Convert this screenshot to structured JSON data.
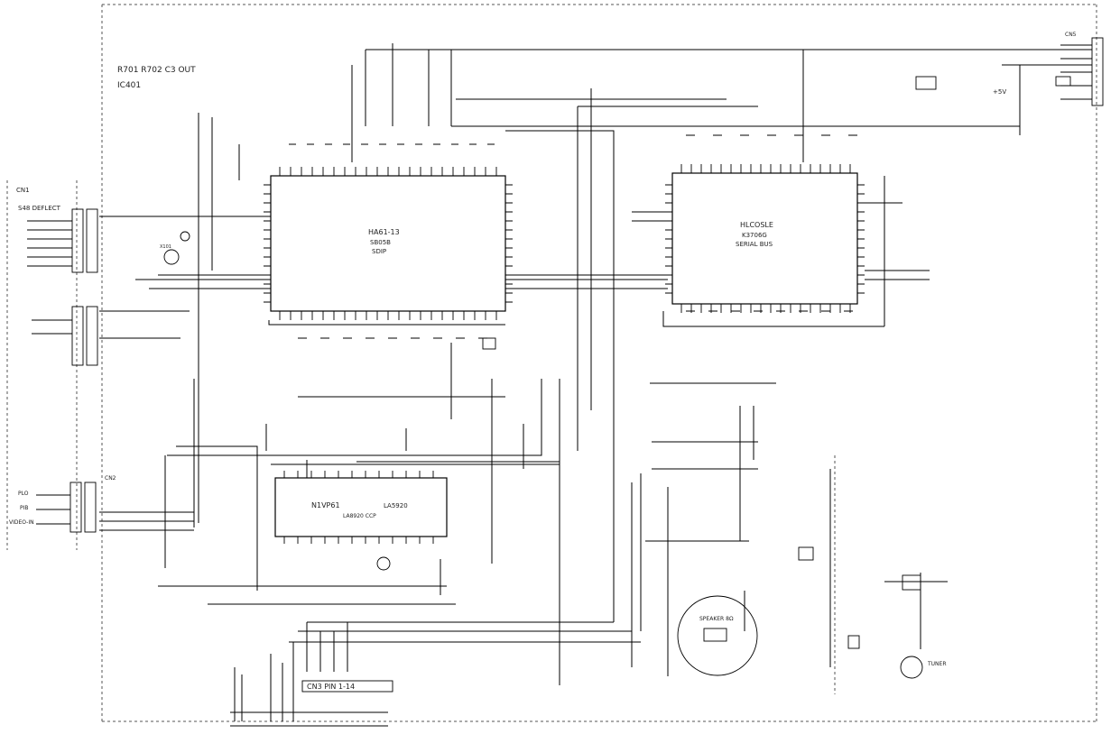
{
  "blocks": {
    "ic_main": {
      "line1": "HA61-13",
      "line2": "SB05B",
      "line3": "SDIP"
    },
    "ic_right": {
      "line1": "HLCOSLE",
      "line2": "K3706G",
      "line3": "SERIAL BUS"
    },
    "ic_bottom": {
      "line1": "N1VP61",
      "line2": "LA5920",
      "line3": "LA8920 CCP"
    }
  },
  "connectors": {
    "left_top": {
      "label": "CN1",
      "heading": "S48 DEFLECT"
    },
    "left_bottom": {
      "label": "CN2",
      "rows": [
        "PLO",
        "PIB",
        "VIDEO-IN"
      ]
    },
    "right_top": {
      "label": "CN5"
    }
  },
  "labels": {
    "ref_top": "R701 R702 C3 OUT",
    "ref_mid": "IC401",
    "bottom_label": "CN3 PIN 1-14",
    "tuner": "TUNER",
    "speaker": "SPEAKER 8Ω",
    "crystal": "X101",
    "pwr": "+5V"
  }
}
